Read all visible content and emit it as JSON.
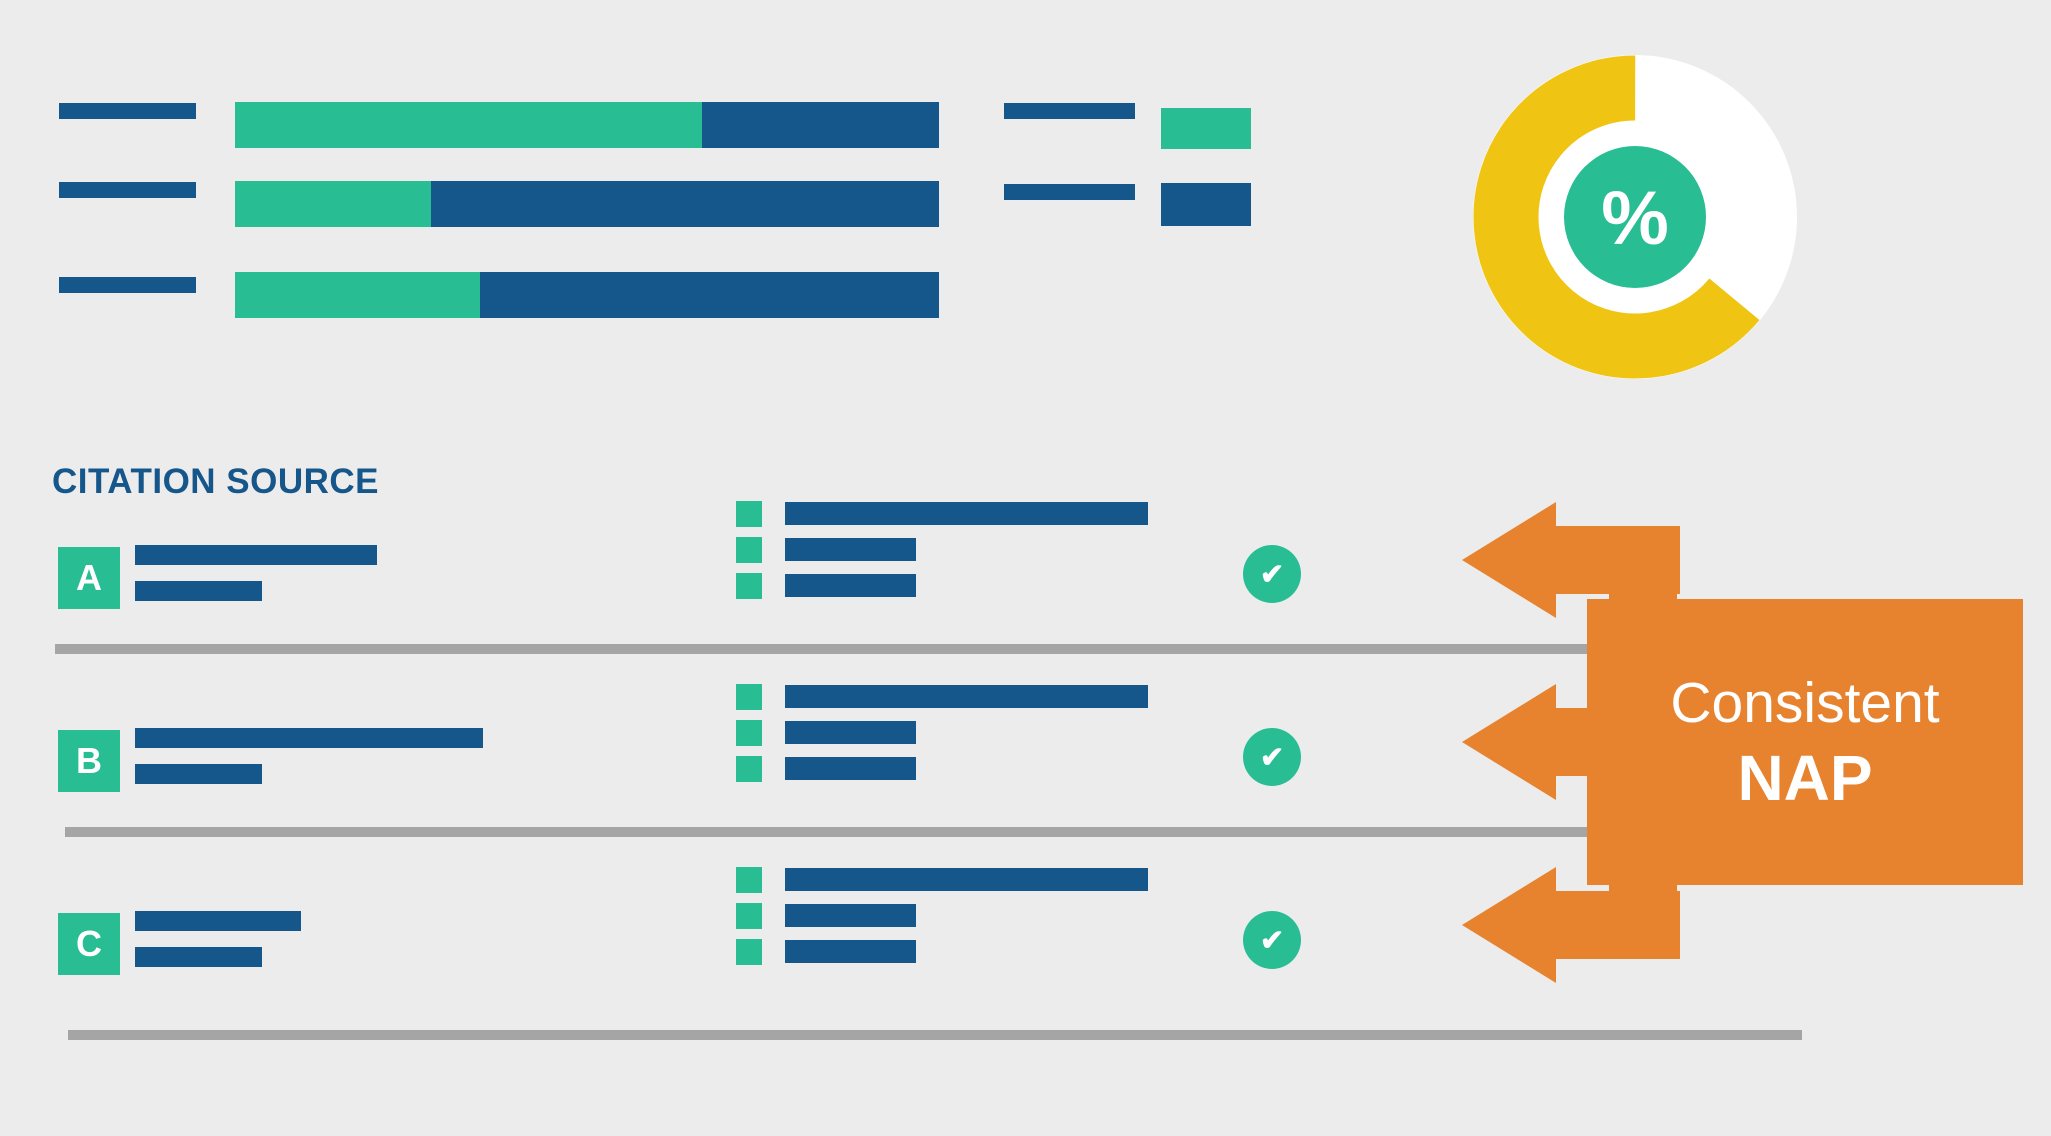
{
  "palette": {
    "background": "#ececec",
    "navy": "#15568b",
    "teal": "#29bd94",
    "yellow": "#f0c412",
    "orange": "#e7822e",
    "gray": "#a5a5a5",
    "white": "#ffffff"
  },
  "donut": {
    "percent_label": "%",
    "filled_fraction": 0.64
  },
  "citation": {
    "heading": "CITATION SOURCE",
    "sources": [
      {
        "label": "A"
      },
      {
        "label": "B"
      },
      {
        "label": "C"
      }
    ],
    "check_glyph": "✔"
  },
  "callout": {
    "line1": "Consistent",
    "line2": "NAP"
  }
}
